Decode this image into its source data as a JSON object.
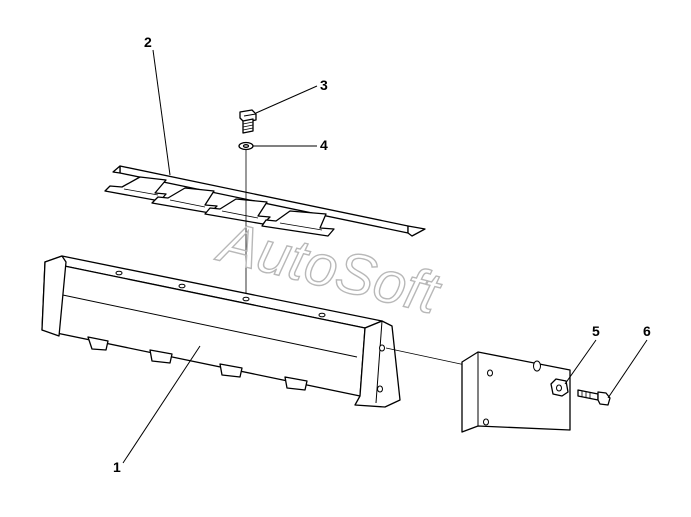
{
  "diagram": {
    "watermark": "AutoSoft",
    "callouts": [
      {
        "id": "1",
        "label": "1"
      },
      {
        "id": "2",
        "label": "2"
      },
      {
        "id": "3",
        "label": "3"
      },
      {
        "id": "4",
        "label": "4"
      },
      {
        "id": "5",
        "label": "5"
      },
      {
        "id": "6",
        "label": "6"
      }
    ],
    "colors": {
      "ink": "#000000",
      "watermark": "#b8b8b8",
      "background": "#ffffff"
    }
  }
}
